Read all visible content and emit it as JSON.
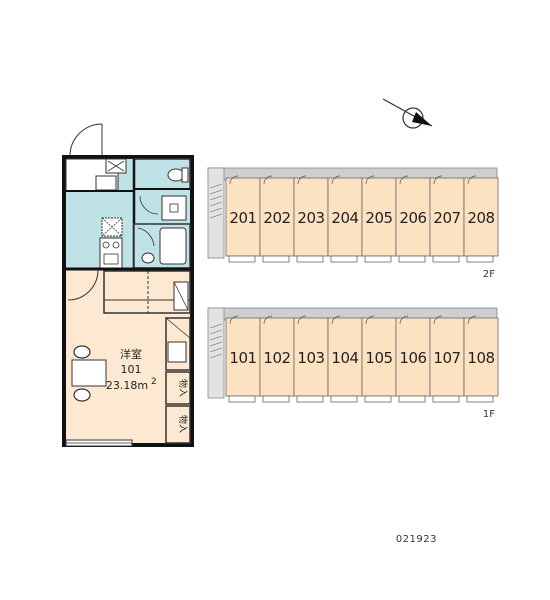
{
  "floors": [
    {
      "label": "2F",
      "units": [
        "201",
        "202",
        "203",
        "204",
        "205",
        "206",
        "207",
        "208"
      ]
    },
    {
      "label": "1F",
      "units": [
        "101",
        "102",
        "103",
        "104",
        "105",
        "106",
        "107",
        "108"
      ]
    }
  ],
  "room": {
    "name": "洋室",
    "number": "101",
    "area": "23.18m",
    "area_sup": "2",
    "storage_1": "物入",
    "storage_2": "物入"
  },
  "code": "021923",
  "colors": {
    "unit_fill": "#fde2c2",
    "wet_area": "#bfe2e6",
    "corridor": "#cfcfcf",
    "wall": "#111111",
    "floor_fill": "#fde9d2"
  }
}
